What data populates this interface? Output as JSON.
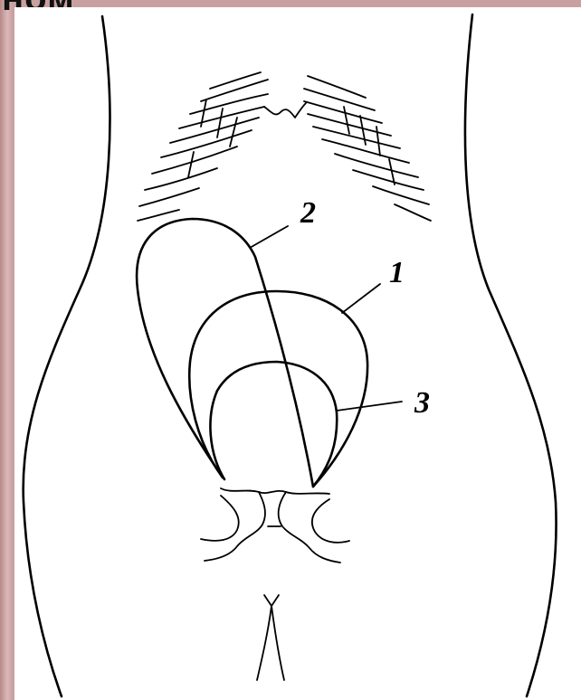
{
  "header": {
    "title_fragment": "ном"
  },
  "figure": {
    "labels": [
      {
        "id": "1",
        "text": "1"
      },
      {
        "id": "2",
        "text": "2"
      },
      {
        "id": "3",
        "text": "3"
      }
    ]
  }
}
